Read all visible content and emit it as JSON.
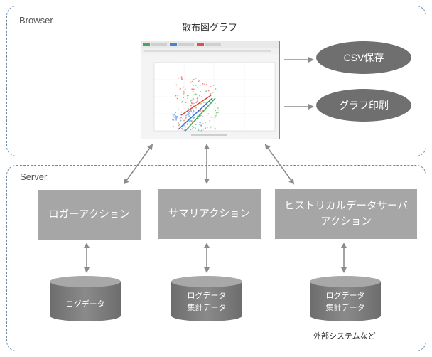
{
  "browser": {
    "label": "Browser",
    "chart_title": "散布図グラフ",
    "buttons": {
      "csv": "CSV保存",
      "print": "グラフ印刷"
    }
  },
  "server": {
    "label": "Server",
    "actions": {
      "logger": "ロガーアクション",
      "summary": "サマリアクション",
      "historical_line1": "ヒストリカルデータサーバ",
      "historical_line2": "アクション"
    },
    "databases": {
      "log": "ログデータ",
      "summary_line1": "ログデータ",
      "summary_line2": "集計データ",
      "historical_line1": "ログデータ",
      "historical_line2": "集計データ"
    },
    "external_note": "外部システムなど"
  },
  "colors": {
    "region_border": "#6b8aa6",
    "action_box": "#a6a6a6",
    "ellipse": "#6f6f6f",
    "cylinder": "#7a7a7a",
    "arrow": "#8c8c8c"
  }
}
